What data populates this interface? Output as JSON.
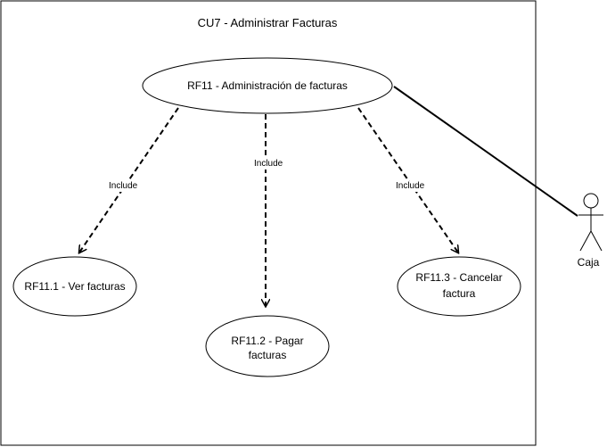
{
  "system": {
    "title": "CU7 - Administrar Facturas"
  },
  "use_cases": {
    "main": "RF11 - Administración de facturas",
    "uc1": "RF11.1 - Ver facturas",
    "uc2_line1": "RF11.2 - Pagar",
    "uc2_line2": "facturas",
    "uc3_line1": "RF11.3 - Cancelar",
    "uc3_line2": "factura"
  },
  "relations": {
    "include1": "Include",
    "include2": "Include",
    "include3": "Include"
  },
  "actor": {
    "name": "Caja"
  }
}
